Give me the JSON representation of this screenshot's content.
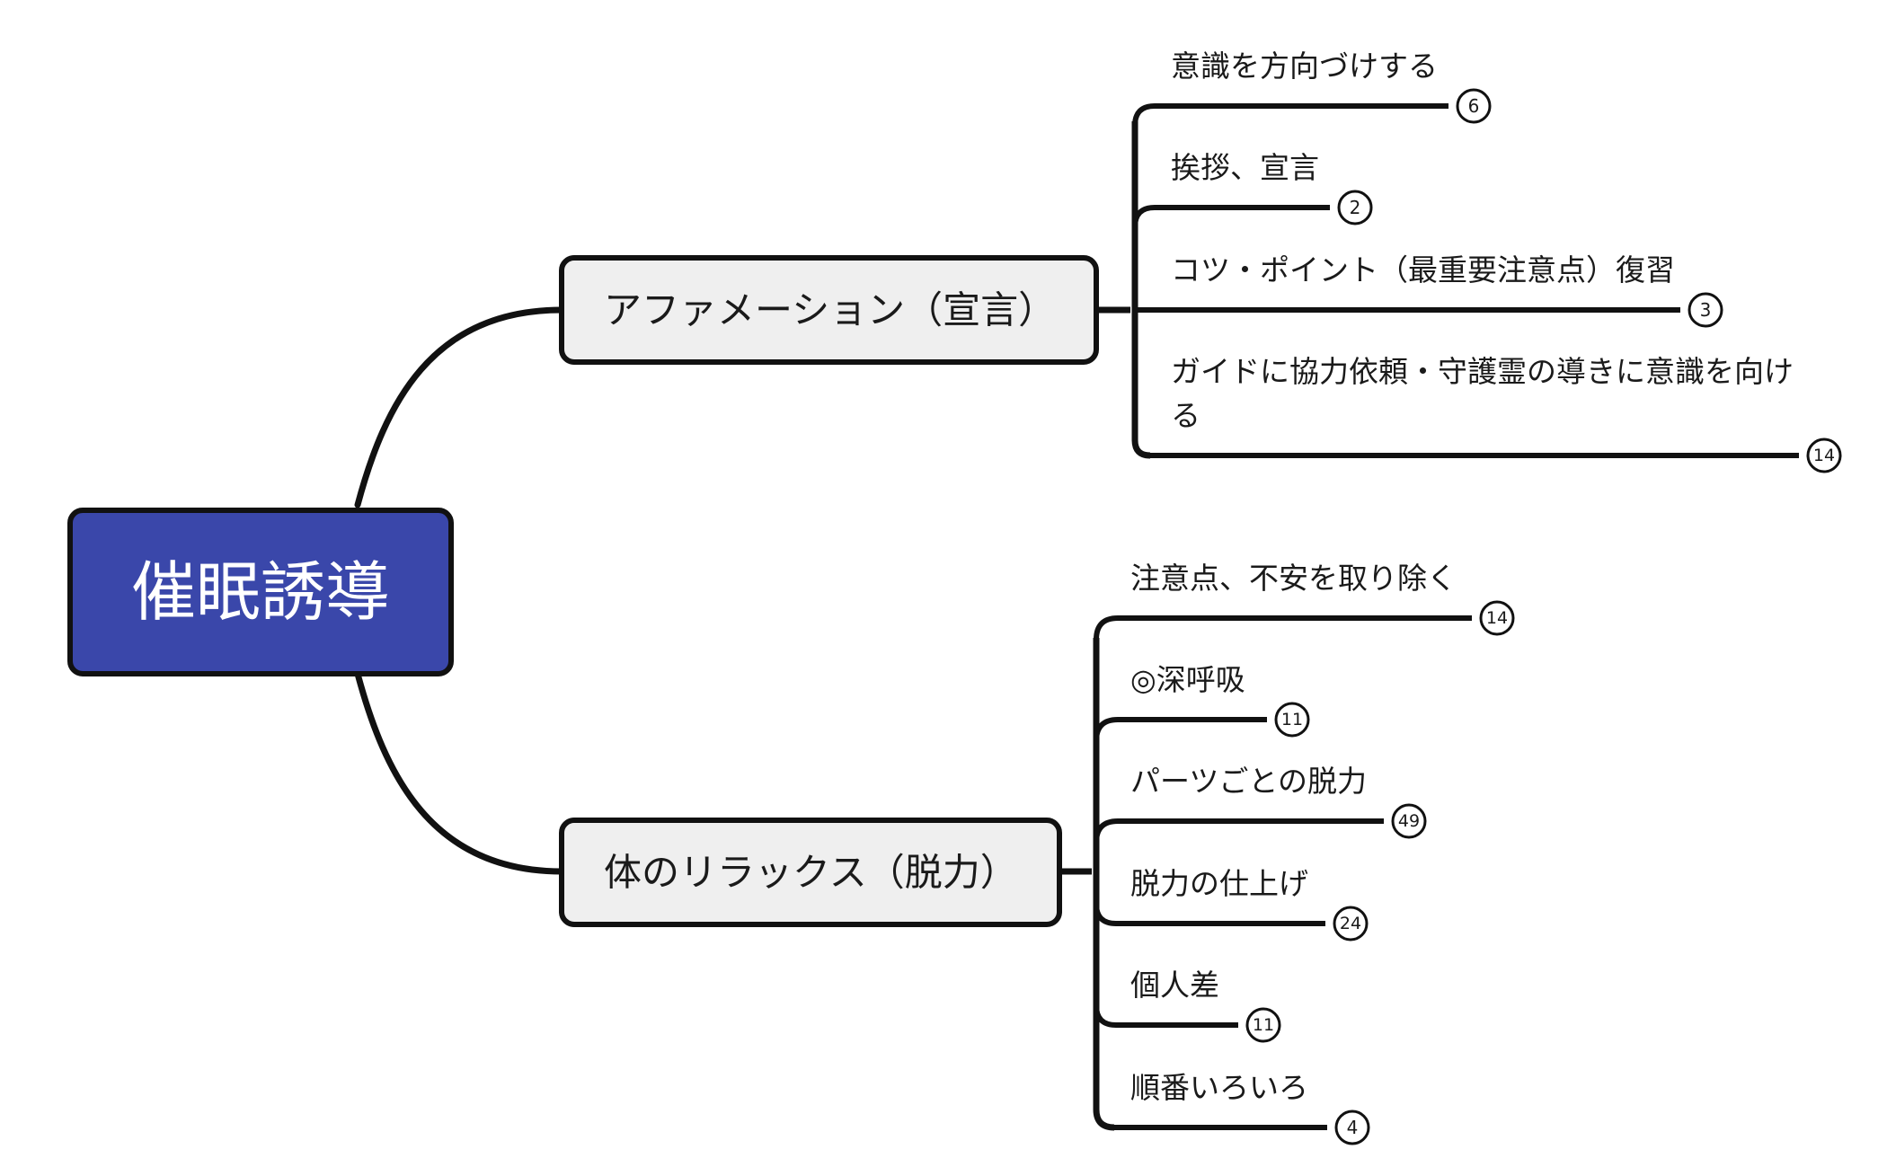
{
  "colors": {
    "root_fill": "#3a47aa",
    "root_text": "#ffffff",
    "branch_fill": "#efefef",
    "line": "#111111"
  },
  "root": {
    "label": "催眠誘導"
  },
  "branches": [
    {
      "label": "アファメーション（宣言）",
      "children": [
        {
          "label_lines": [
            "意識を方向づけする"
          ],
          "count": "6"
        },
        {
          "label_lines": [
            "挨拶、宣言"
          ],
          "count": "2"
        },
        {
          "label_lines": [
            "コツ・ポイント（最重要注意点）復習"
          ],
          "count": "3"
        },
        {
          "label_lines": [
            "ガイドに協力依頼・守護霊の導きに意識を向け",
            "る"
          ],
          "count": "14"
        }
      ]
    },
    {
      "label": "体のリラックス（脱力）",
      "children": [
        {
          "label_lines": [
            "注意点、不安を取り除く"
          ],
          "count": "14"
        },
        {
          "label_lines": [
            "◎深呼吸"
          ],
          "count": "11"
        },
        {
          "label_lines": [
            "パーツごとの脱力"
          ],
          "count": "49"
        },
        {
          "label_lines": [
            "脱力の仕上げ"
          ],
          "count": "24"
        },
        {
          "label_lines": [
            "個人差"
          ],
          "count": "11"
        },
        {
          "label_lines": [
            "順番いろいろ"
          ],
          "count": "4"
        }
      ]
    }
  ]
}
